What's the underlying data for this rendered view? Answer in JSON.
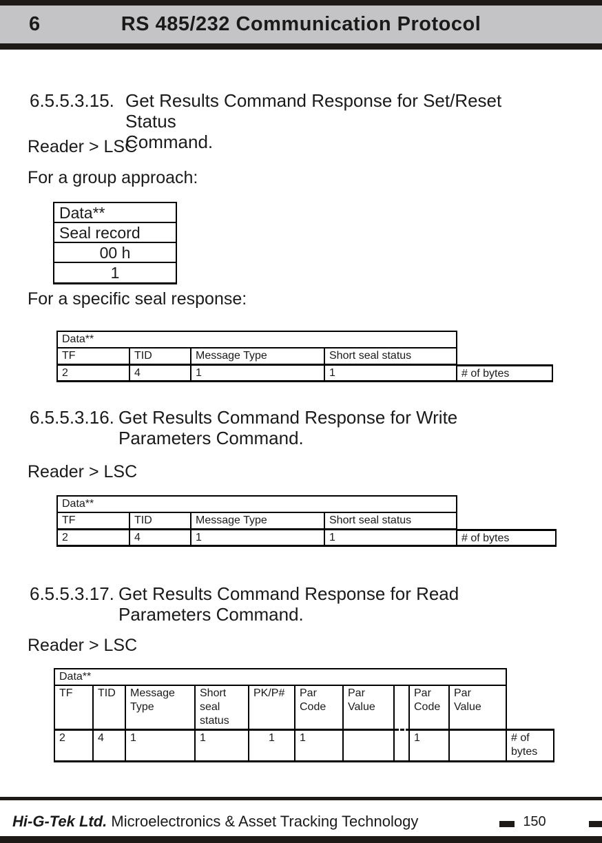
{
  "header": {
    "chapter_number": "6",
    "title": "RS 485/232 Communication Protocol"
  },
  "sections": {
    "s15": {
      "number": "6.5.5.3.15.",
      "title_line1": "Get Results Command Response for Set/Reset Status",
      "title_line2": "Command.",
      "direction": "Reader > LSC",
      "group_caption": "For a group approach:",
      "specific_caption": "For a specific seal response:"
    },
    "s16": {
      "number": "6.5.5.3.16.",
      "title_line1": "Get Results Command Response for Write",
      "title_line2": "Parameters Command.",
      "direction": "Reader > LSC"
    },
    "s17": {
      "number": "6.5.5.3.17.",
      "title_line1": "Get Results Command Response for Read",
      "title_line2": "Parameters Command.",
      "direction": "Reader > LSC"
    }
  },
  "tables": {
    "group": {
      "rows": [
        "Data**",
        "Seal record",
        "00 h",
        "1"
      ]
    },
    "specific": {
      "header": "Data**",
      "columns": [
        "TF",
        "TID",
        "Message Type",
        "Short seal status"
      ],
      "values": [
        "2",
        "4",
        "1",
        "1"
      ],
      "bytes_label": "# of bytes"
    },
    "write": {
      "header": "Data**",
      "columns": [
        "TF",
        "TID",
        "Message Type",
        "Short seal status"
      ],
      "values": [
        "2",
        "4",
        "1",
        "1"
      ],
      "bytes_label": "# of bytes"
    },
    "read": {
      "header": "Data**",
      "columns": [
        "TF",
        "TID",
        "Message Type",
        "Short seal status",
        "PK/P#",
        "Par Code",
        "Par Value",
        "",
        "Par Code",
        "Par Value"
      ],
      "values": [
        "2",
        "4",
        "1",
        "1",
        "1",
        "1",
        "",
        "",
        "1",
        ""
      ],
      "bytes_label": "# of bytes"
    }
  },
  "footer": {
    "company": "Hi-G-Tek Ltd.",
    "tagline": "Microelectronics & Asset Tracking Technology",
    "page_number": "150"
  },
  "colors": {
    "header_gray": "#c4c4c6",
    "bar_black": "#1d1a17",
    "text": "#1a1a1a"
  }
}
